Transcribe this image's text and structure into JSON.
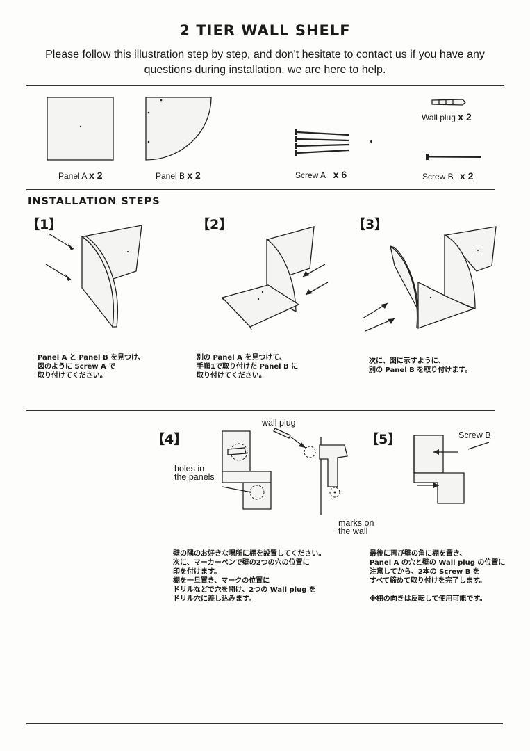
{
  "header": {
    "title": "2 TIER WALL SHELF",
    "intro": "Please follow this illustration step by step, and don't hesitate to contact us if you have any questions during installation, we are here to help."
  },
  "parts": [
    {
      "name": "Panel A",
      "qty": "x 2"
    },
    {
      "name": "Panel B",
      "qty": "x 2"
    },
    {
      "name": "Screw A",
      "qty": "x 6"
    },
    {
      "name": "Wall plug",
      "qty": "x 2"
    },
    {
      "name": "Screw B",
      "qty": "x 2"
    }
  ],
  "section_title": "INSTALLATION STEPS",
  "steps": [
    {
      "num": "【1】",
      "text": "Panel A と Panel B を見つけ、\n図のように Screw A で\n取り付けてください。"
    },
    {
      "num": "【2】",
      "text": "別の Panel A を見つけて、\n手順1で取り付けた Panel B に\n取り付けてください。"
    },
    {
      "num": "【3】",
      "text": "次に、図に示すように、\n別の Panel B を取り付けます。"
    },
    {
      "num": "【4】",
      "text": "壁の隅のお好きな場所に棚を設置してください。\n次に、マーカーペンで壁の2つの穴の位置に\n印を付けます。\n棚を一旦置き、マークの位置に\nドリルなどで穴を開け、2つの Wall plug を\nドリル穴に差し込みます。"
    },
    {
      "num": "【5】",
      "text": "最後に再び壁の角に棚を置き、\nPanel A の穴と壁の Wall plug の位置に\n注意してから、2本の Screw B を\nすべて締めて取り付けを完了します。\n\n※棚の向きは反転して使用可能です。"
    }
  ],
  "callouts": {
    "wall_plug": "wall plug",
    "holes": "holes in\nthe panels",
    "marks": "marks on\nthe wall",
    "screw_b": "Screw B"
  }
}
